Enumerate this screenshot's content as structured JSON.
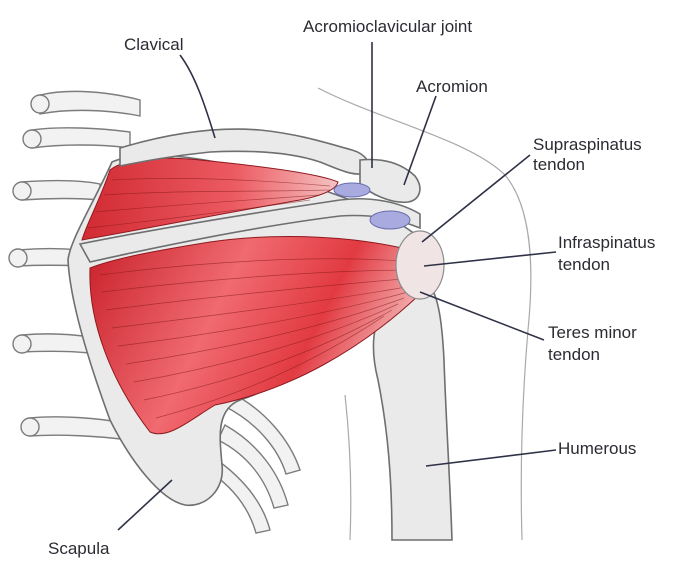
{
  "labels": {
    "clavical": "Clavical",
    "acromioclavicular_joint": "Acromioclavicular joint",
    "acromion": "Acromion",
    "supraspinatus_line1": "Supraspinatus",
    "supraspinatus_line2": "tendon",
    "infraspinatus_line1": "Infraspinatus",
    "infraspinatus_line2": "tendon",
    "teres_minor_line1": "Teres minor",
    "teres_minor_line2": "tendon",
    "humerous": "Humerous",
    "scapula": "Scapula"
  },
  "colors": {
    "muscle": "#e2363e",
    "muscle_highlight": "#f59a9c",
    "bone": "#e9eae9",
    "cartilage": "#a9abe0",
    "label_text": "#2b2b33"
  }
}
